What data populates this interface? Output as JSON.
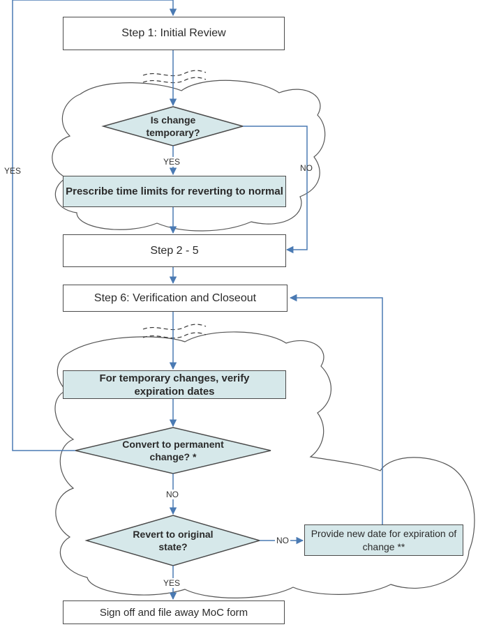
{
  "colors": {
    "arrow": "#4a7ab3",
    "box_fill": "#d6e8ea",
    "border": "#4a4a4a"
  },
  "steps": {
    "step1": "Step 1: Initial Review",
    "prescribe": "Prescribe time limits for reverting to normal",
    "step2_5": "Step 2 - 5",
    "step6": "Step 6:  Verification and Closeout",
    "verify": "For temporary changes, verify expiration dates",
    "provide": "Provide new date for expiration of change **",
    "signoff": "Sign off and file away MoC form"
  },
  "decisions": {
    "temporary": "Is change temporary?",
    "convert": "Convert to permanent change? *",
    "revert": "Revert to original state?"
  },
  "labels": {
    "yes_left": "YES",
    "yes_temporary": "YES",
    "no_temporary": "NO",
    "no_convert": "NO",
    "no_revert": "NO",
    "yes_revert": "YES"
  }
}
